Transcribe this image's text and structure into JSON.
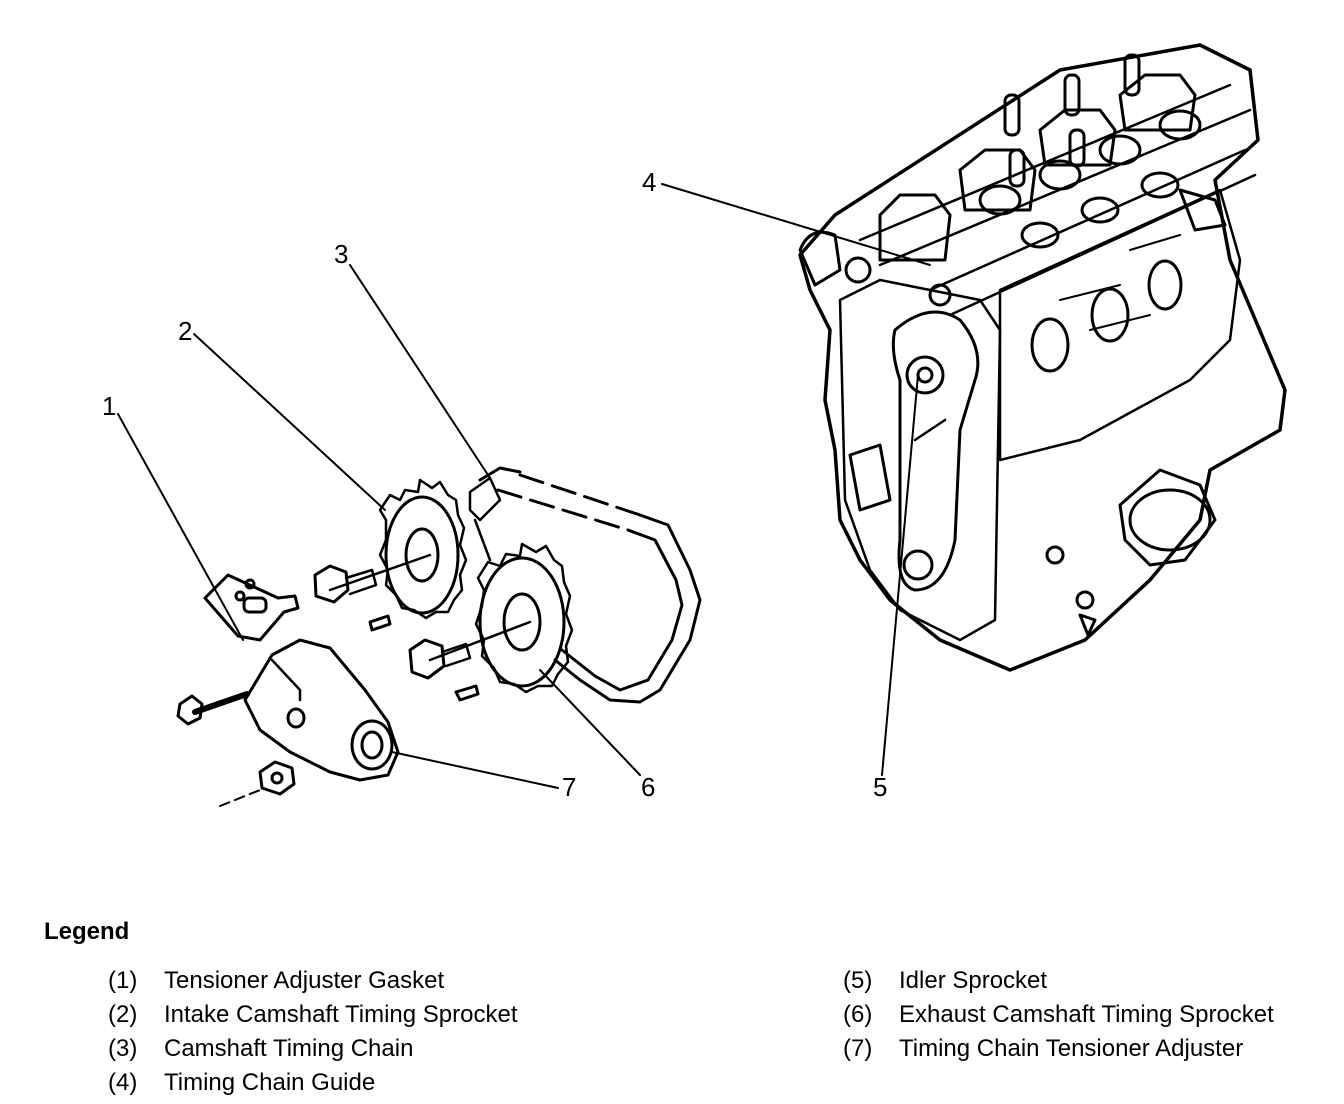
{
  "callouts": {
    "c1": "1",
    "c2": "2",
    "c3": "3",
    "c4": "4",
    "c5": "5",
    "c6": "6",
    "c7": "7"
  },
  "legend": {
    "title": "Legend",
    "left_items": [
      {
        "num": "(1)",
        "label": "Tensioner Adjuster Gasket"
      },
      {
        "num": "(2)",
        "label": "Intake Camshaft Timing Sprocket"
      },
      {
        "num": "(3)",
        "label": "Camshaft Timing Chain"
      },
      {
        "num": "(4)",
        "label": "Timing Chain Guide"
      }
    ],
    "right_items": [
      {
        "num": "(5)",
        "label": "Idler Sprocket"
      },
      {
        "num": "(6)",
        "label": "Exhaust Camshaft Timing Sprocket"
      },
      {
        "num": "(7)",
        "label": "Timing Chain Tensioner Adjuster"
      }
    ]
  }
}
